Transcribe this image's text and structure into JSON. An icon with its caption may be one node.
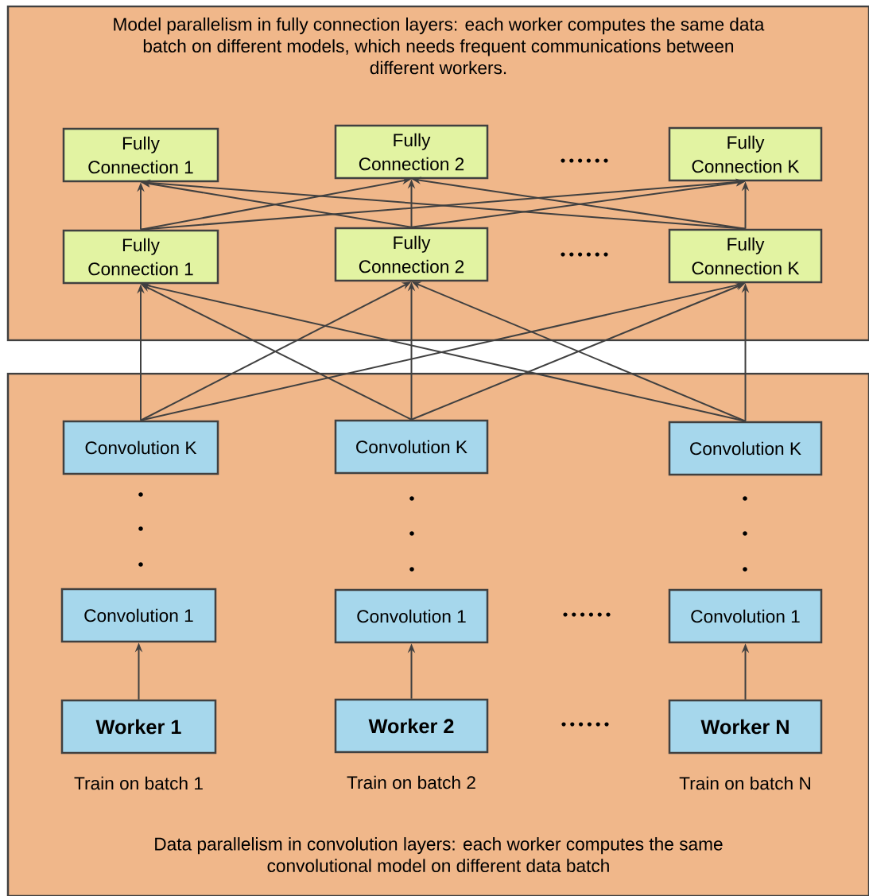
{
  "diagram": {
    "nodes": [
      {
        "text": [
          "Model parallelism in fully connection layers: each worker computes the same data batch on different models, which needs frequent communications between different workers."
        ]
      },
      {
        "text": [
          "Data parallelism in convolution layers: each worker computes the same convolutional model on different data batch"
        ]
      },
      {
        "text": [
          "Fully Connection 1"
        ],
        "in": 0
      },
      {
        "text": [
          "Fully Connection 2"
        ],
        "in": 0
      },
      {
        "text": [
          "Fully Connection K"
        ],
        "in": 0
      },
      {
        "text": [
          "Fully Connection 1"
        ],
        "in": 0
      },
      {
        "text": [
          "Fully Connection 2"
        ],
        "in": 0
      },
      {
        "text": [
          "Fully Connection K"
        ],
        "in": 0
      },
      {
        "text": [
          "Convolution K"
        ],
        "in": 1
      },
      {
        "text": [
          "Convolution K"
        ],
        "in": 1
      },
      {
        "text": [
          "Convolution K"
        ],
        "in": 1
      },
      {
        "text": [
          "Convolution 1"
        ],
        "in": 1
      },
      {
        "text": [
          "Convolution 1"
        ],
        "in": 1
      },
      {
        "text": [
          "Convolution 1"
        ],
        "in": 1
      },
      {
        "text": [
          "Worker 1"
        ],
        "in": 1,
        "beside": [
          "Train on batch 1"
        ]
      },
      {
        "text": [
          "Worker 2"
        ],
        "in": 1,
        "beside": [
          "Train on batch 2"
        ]
      },
      {
        "text": [
          "Worker N"
        ],
        "in": 1,
        "beside": [
          "Train on batch N"
        ]
      }
    ],
    "edges": [
      {
        "from": 14,
        "to": 11,
        "arrow": "to"
      },
      {
        "from": 15,
        "to": 12,
        "arrow": "to"
      },
      {
        "from": 16,
        "to": 13,
        "arrow": "to"
      },
      {
        "from": 8,
        "to": 5,
        "arrow": "to"
      },
      {
        "from": 8,
        "to": 6,
        "arrow": "to"
      },
      {
        "from": 8,
        "to": 7,
        "arrow": "to"
      },
      {
        "from": 9,
        "to": 5,
        "arrow": "to"
      },
      {
        "from": 9,
        "to": 6,
        "arrow": "to"
      },
      {
        "from": 9,
        "to": 7,
        "arrow": "to"
      },
      {
        "from": 10,
        "to": 5,
        "arrow": "to"
      },
      {
        "from": 10,
        "to": 6,
        "arrow": "to"
      },
      {
        "from": 10,
        "to": 7,
        "arrow": "to"
      },
      {
        "from": 5,
        "to": 2,
        "arrow": "to"
      },
      {
        "from": 5,
        "to": 3,
        "arrow": "to"
      },
      {
        "from": 5,
        "to": 4,
        "arrow": "to"
      },
      {
        "from": 6,
        "to": 2,
        "arrow": "to"
      },
      {
        "from": 6,
        "to": 3,
        "arrow": "to"
      },
      {
        "from": 6,
        "to": 4,
        "arrow": "to"
      },
      {
        "from": 7,
        "to": 2,
        "arrow": "to"
      },
      {
        "from": 7,
        "to": 3,
        "arrow": "to"
      },
      {
        "from": 7,
        "to": 4,
        "arrow": "to"
      }
    ]
  }
}
